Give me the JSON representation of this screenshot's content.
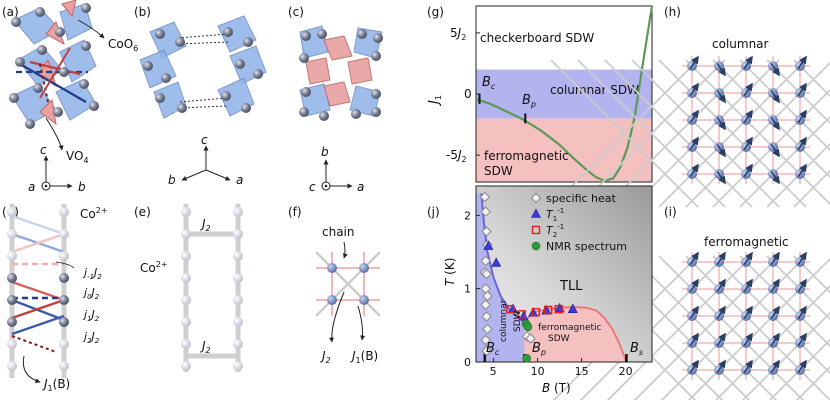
{
  "panels": {
    "a": {
      "label": "(a)",
      "coo6": "CoO",
      "coo6_sub": "6",
      "vo4": "VO",
      "vo4_sub": "4",
      "axis_c": "c",
      "axis_a": "a",
      "axis_b": "b"
    },
    "b": {
      "label": "(b)",
      "axis_c": "c",
      "axis_b": "b",
      "axis_a": "a"
    },
    "c": {
      "label": "(c)",
      "axis_b": "b",
      "axis_c": "c",
      "axis_a": "a"
    },
    "d": {
      "label": "(d)",
      "co": "Co",
      "co_sup": "2+",
      "j_m1": "j",
      "j_m1_sub": "-1",
      "j0": "j",
      "j0_sub": "0",
      "j1": "j",
      "j1_sub": "1",
      "j2": "j",
      "j2_sub": "2",
      "J2": "J",
      "J2_sub": "2",
      "J1B": "J",
      "J1B_sub": "1",
      "J1B_arg": "(B)"
    },
    "e": {
      "label": "(e)",
      "co": "Co",
      "co_sup": "2+",
      "J2": "J",
      "J2_sub": "2"
    },
    "f": {
      "label": "(f)",
      "chain": "chain",
      "J2": "J",
      "J2_sub": "2",
      "J1B": "J",
      "J1B_sub": "1",
      "J1B_arg": "(B)"
    },
    "g": {
      "label": "(g)",
      "checkerboard": "checkerboard SDW",
      "columnar": "columnar SDW",
      "ferro_line1": "ferromagnetic",
      "ferro_line2": "SDW",
      "Bc": "B",
      "Bc_sub": "c",
      "Bp": "B",
      "Bp_sub": "p"
    },
    "h": {
      "label": "(h)",
      "title": "columnar"
    },
    "i": {
      "label": "(i)",
      "title": "ferromagnetic"
    },
    "j": {
      "label": "(j)",
      "TLL": "TLL",
      "columnar_line1": "columnar",
      "columnar_line2": "SDW",
      "ferro_line1": "ferromagnetic",
      "ferro_line2": "SDW",
      "Bc": "B",
      "Bc_sub": "c",
      "Bp": "B",
      "Bp_sub": "p",
      "Bs": "B",
      "Bs_sub": "s"
    }
  },
  "colors": {
    "blue_region": "#b3b3f0",
    "pink_region": "#f4c0c0",
    "curve_green": "#5a9a55",
    "blue_line": "#6666dd",
    "red_line": "#ee7777",
    "octa_blue": "#8fb2e8",
    "tetra_pink": "#e8a0a0"
  },
  "chart_data": [
    {
      "type": "line",
      "panel": "g",
      "xlabel": "",
      "ylabel": "J1",
      "yticks": [
        "5J2",
        "0",
        "-5J2"
      ],
      "regions": [
        {
          "name": "checkerboard SDW",
          "ymin": 2,
          "ymax": 7.2
        },
        {
          "name": "columnar SDW",
          "ymin": -2,
          "ymax": 2
        },
        {
          "name": "ferromagnetic SDW",
          "ymin": -7.2,
          "ymax": -2
        }
      ],
      "ylim": [
        -7.2,
        7.2
      ],
      "curve": {
        "x": [
          0,
          0.08,
          0.17,
          0.27,
          0.37,
          0.47,
          0.55,
          0.62,
          0.68,
          0.73,
          0.78,
          0.82,
          0.86,
          0.9,
          0.93,
          0.96,
          1.0
        ],
        "y": [
          -0.4,
          -0.8,
          -1.4,
          -2.1,
          -3.0,
          -4.1,
          -5.2,
          -6.1,
          -6.8,
          -7.1,
          -6.9,
          -6.0,
          -4.4,
          -2.0,
          0.8,
          3.6,
          7.2
        ]
      },
      "markers": [
        {
          "name": "Bc",
          "x": 0.02,
          "y": -0.4
        },
        {
          "name": "Bp",
          "x": 0.28,
          "y": -2.0
        }
      ]
    },
    {
      "type": "scatter",
      "panel": "j",
      "xlabel": "B (T)",
      "ylabel": "T (K)",
      "xlim": [
        3,
        23
      ],
      "ylim": [
        0,
        2.4
      ],
      "xticks": [
        5,
        10,
        15,
        20
      ],
      "yticks": [
        0,
        1,
        2
      ],
      "legend": [
        "specific heat",
        "T1^-1",
        "T2^-1",
        "NMR spectrum"
      ],
      "legend_position": "top-right",
      "series": [
        {
          "name": "specific heat",
          "marker": "diamond",
          "points": [
            [
              4.0,
              2.25
            ],
            [
              4.1,
              2.05
            ],
            [
              4.2,
              1.78
            ],
            [
              4.3,
              1.6
            ],
            [
              4.1,
              1.38
            ],
            [
              4.0,
              1.22
            ],
            [
              4.2,
              1.2
            ],
            [
              4.1,
              1.0
            ],
            [
              4.3,
              0.9
            ],
            [
              4.1,
              0.78
            ],
            [
              4.2,
              0.62
            ],
            [
              4.3,
              0.45
            ],
            [
              4.1,
              0.3
            ],
            [
              4.2,
              0.15
            ],
            [
              8.8,
              0.35
            ],
            [
              9.2,
              0.32
            ]
          ]
        },
        {
          "name": "T1^-1",
          "marker": "triangle",
          "points": [
            [
              4.4,
              1.58
            ],
            [
              5.3,
              1.35
            ],
            [
              7.2,
              0.72
            ],
            [
              8.4,
              0.62
            ],
            [
              9.5,
              0.67
            ],
            [
              11.0,
              0.7
            ],
            [
              12.5,
              0.73
            ],
            [
              14.0,
              0.72
            ]
          ]
        },
        {
          "name": "T2^-1",
          "marker": "square",
          "points": [
            [
              6.9,
              0.72
            ],
            [
              8.2,
              0.65
            ],
            [
              9.8,
              0.68
            ],
            [
              11.2,
              0.71
            ],
            [
              12.4,
              0.72
            ]
          ]
        },
        {
          "name": "NMR spectrum",
          "marker": "circle",
          "points": [
            [
              8.7,
              0.52
            ],
            [
              8.9,
              0.48
            ],
            [
              8.75,
              0.05
            ]
          ]
        }
      ],
      "boundaries": {
        "blue": {
          "x": [
            3.6,
            3.9,
            4.3,
            5.0,
            5.8,
            6.8,
            7.8,
            8.5
          ],
          "y": [
            2.3,
            1.9,
            1.5,
            1.15,
            0.9,
            0.72,
            0.6,
            0.55
          ]
        },
        "pink": {
          "x": [
            8.5,
            9.5,
            11,
            12.5,
            14,
            15.5,
            16.7,
            17.6,
            18.5,
            19.3,
            20.1
          ],
          "y": [
            0.55,
            0.68,
            0.72,
            0.74,
            0.75,
            0.74,
            0.7,
            0.6,
            0.45,
            0.25,
            0.0
          ]
        }
      },
      "field_marks": [
        {
          "name": "Bc",
          "x": 4.0
        },
        {
          "name": "Bp",
          "x": 8.5
        },
        {
          "name": "Bs",
          "x": 20.1
        }
      ]
    }
  ]
}
